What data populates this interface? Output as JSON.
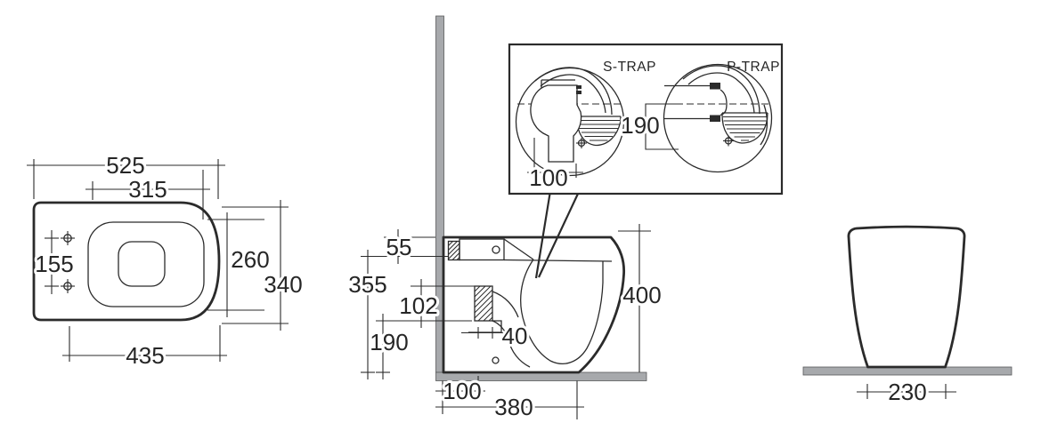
{
  "diagram": {
    "type": "technical-drawing",
    "subject": "back-to-wall WC pan installation drawing with plan, side section, trap detail and rear views",
    "colors": {
      "line": "#2b2b2b",
      "wall_fill": "#a7a9ac",
      "background": "#ffffff"
    },
    "plan_view": {
      "overall_length": "525",
      "seat_length": "315",
      "hole_spacing": "155",
      "seat_width": "260",
      "overall_width": "340",
      "holes_to_front": "435"
    },
    "side_view": {
      "rim_to_inlet": "55",
      "inlet_height": "355",
      "outlet_span": "102",
      "outlet_height": "190",
      "outlet_offset": "40",
      "wall_to_outlet": "100",
      "base_depth": "380",
      "overall_height": "400"
    },
    "trap_detail": {
      "s_label": "S-TRAP",
      "p_label": "P-TRAP",
      "s_outlet_distance": "100",
      "p_outlet_height": "190"
    },
    "rear_view": {
      "base_width": "230"
    }
  }
}
